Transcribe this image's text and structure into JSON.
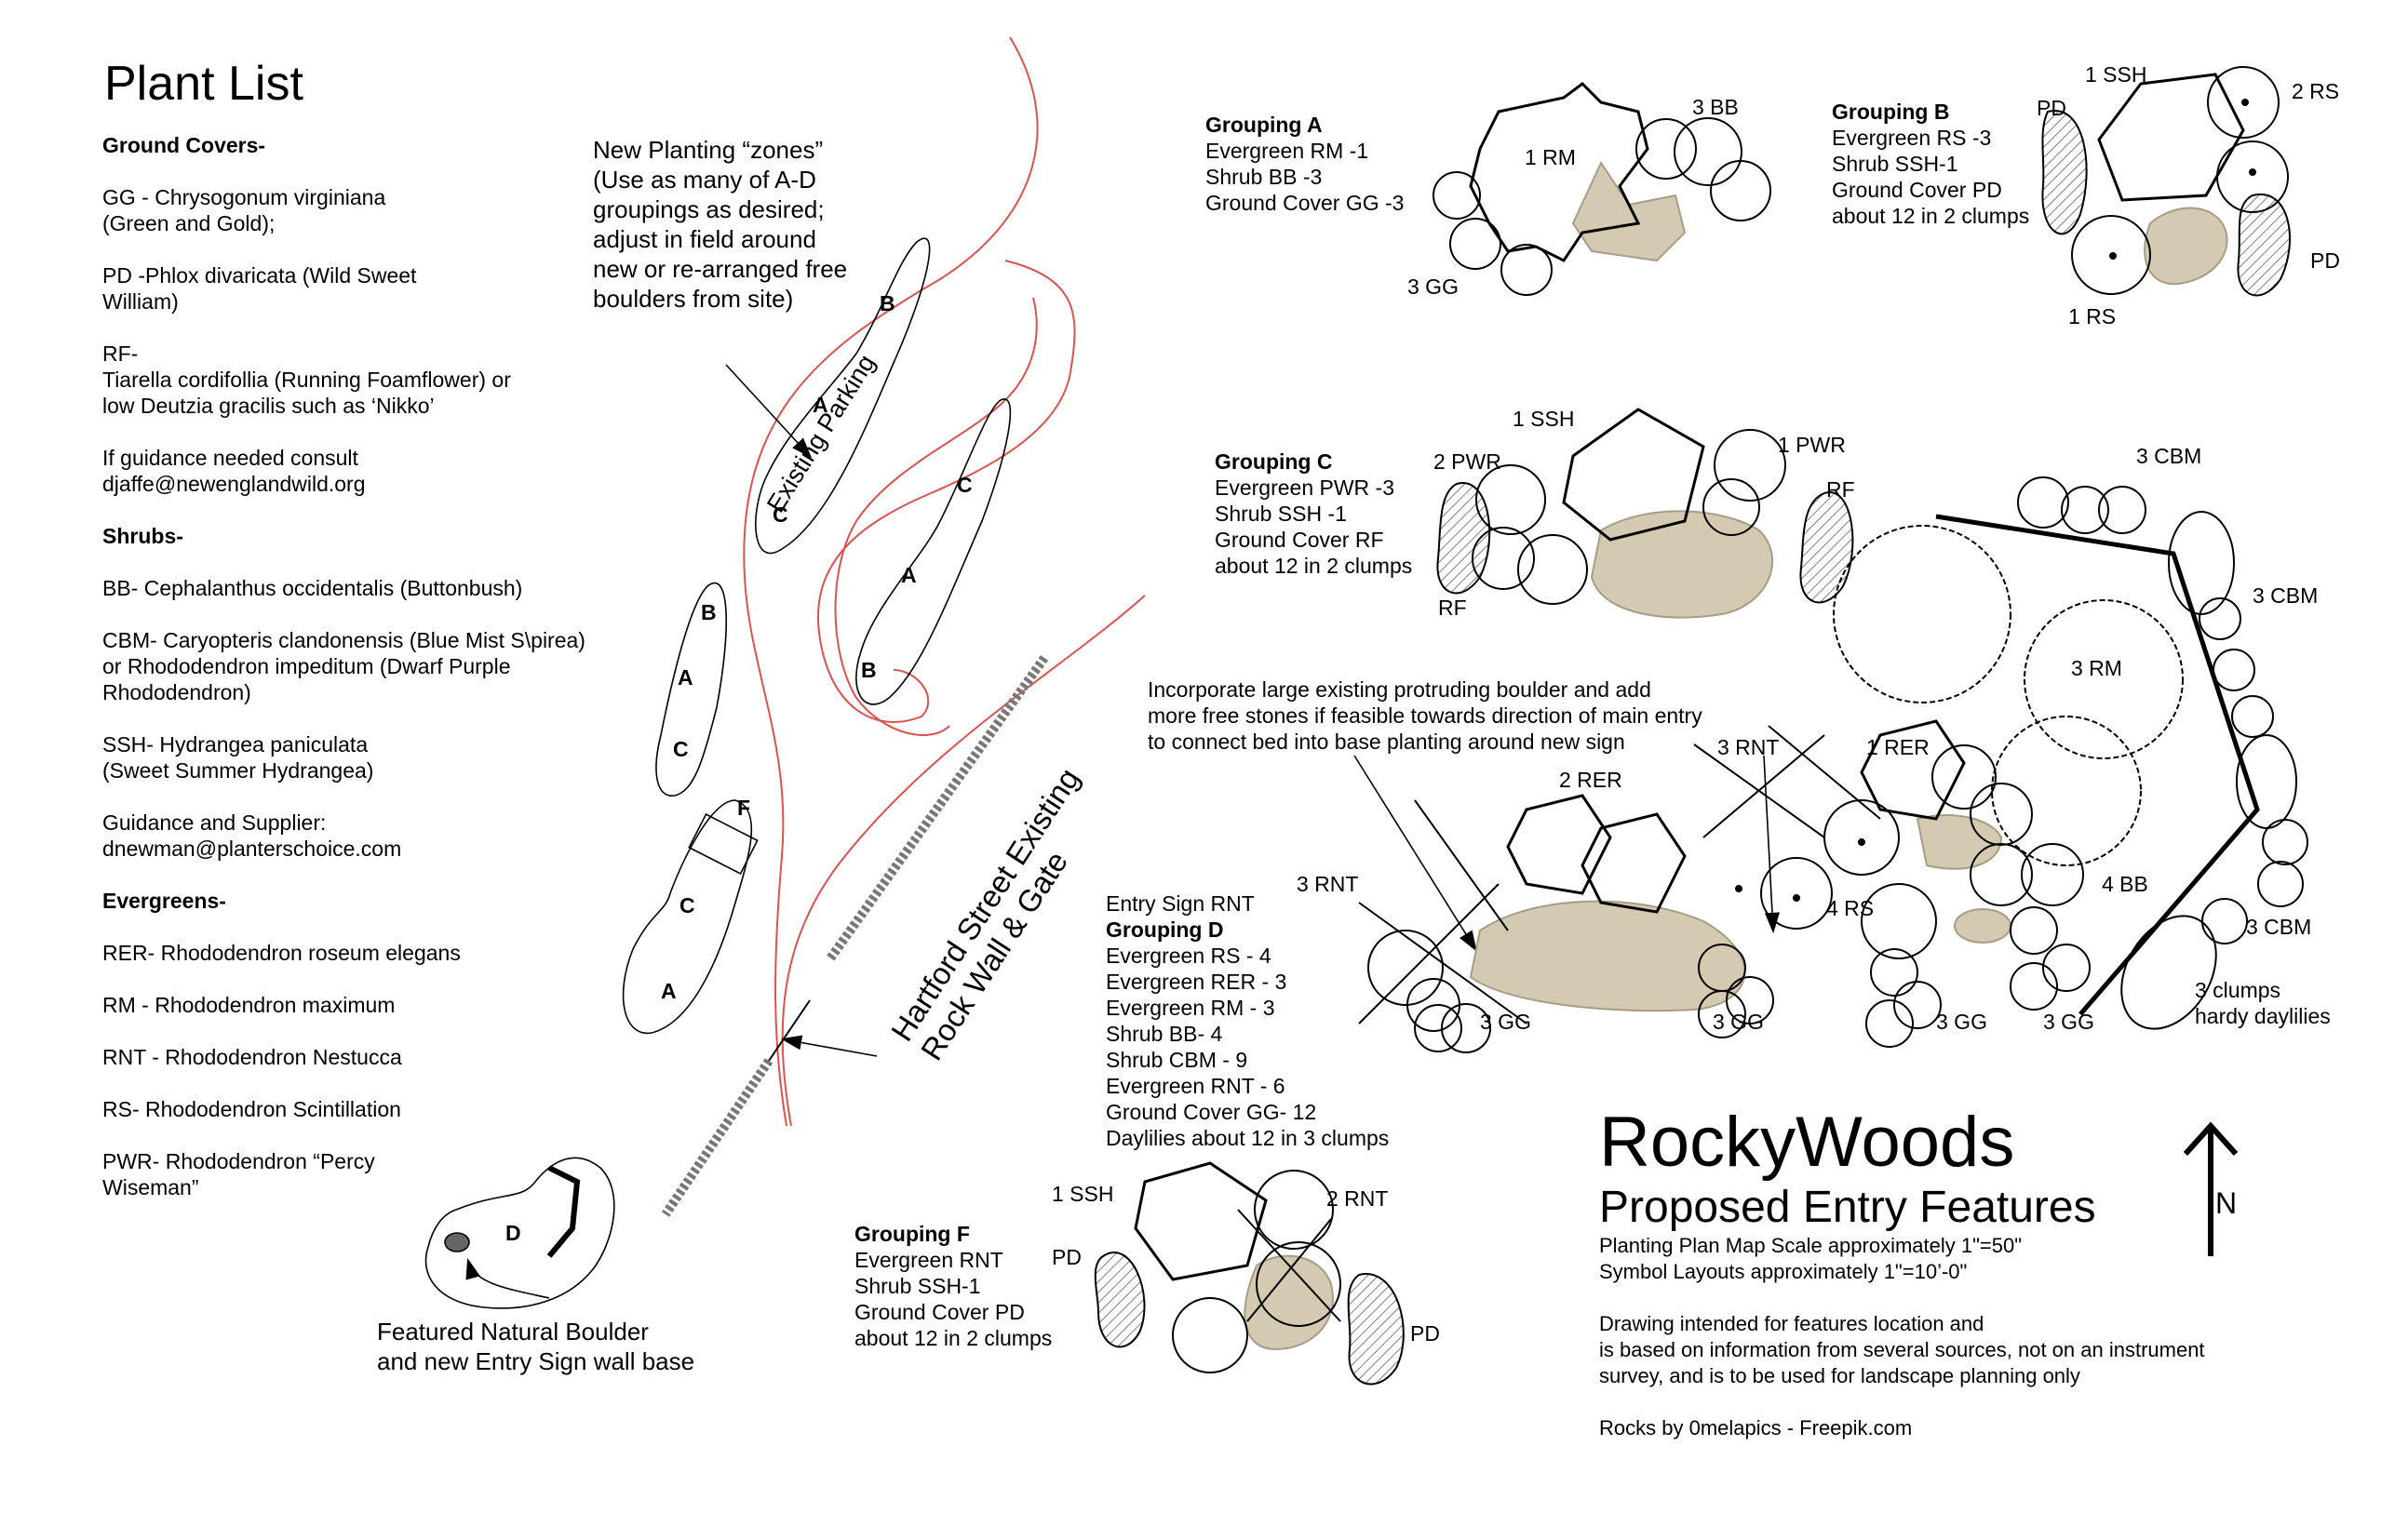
{
  "plant_list": {
    "title": "Plant List",
    "sections": [
      {
        "title": "Ground Covers-",
        "entries": [
          "GG - Chrysogonum virginiana\n(Green and Gold);",
          "PD -Phlox divaricata (Wild Sweet\nWilliam)",
          "RF-\nTiarella cordifollia (Running Foamflower) or\nlow Deutzia gracilis such as ‘Nikko’",
          "If guidance needed consult\ndjaffe@newenglandwild.org"
        ]
      },
      {
        "title": "Shrubs-",
        "entries": [
          "BB- Cephalanthus occidentalis (Buttonbush)",
          "CBM- Caryopteris clandonensis (Blue Mist S\\pirea)\nor Rhododendron impeditum (Dwarf Purple\nRhododendron)",
          "SSH- Hydrangea paniculata\n(Sweet Summer Hydrangea)",
          "Guidance and Supplier:\ndnewman@planterschoice.com"
        ]
      },
      {
        "title": "Evergreens-",
        "entries": [
          "RER- Rhododendron roseum elegans",
          "RM - Rhododendron maximum",
          "RNT - Rhododendron Nestucca",
          "RS- Rhododendron  Scintillation",
          "PWR- Rhododendron “Percy\nWiseman”"
        ]
      }
    ]
  },
  "site_map": {
    "zones_note": [
      "New Planting “zones”",
      "(Use as many of A-D",
      "groupings as desired;",
      "adjust in field around",
      "new or re-arranged free",
      "boulders from site)"
    ],
    "parking_label": "Existing Parking",
    "wall_label": [
      "Hartford Street Existing",
      "Rock Wall & Gate"
    ],
    "boulder_note": [
      "Featured Natural Boulder",
      "and new Entry Sign wall base"
    ],
    "bed_letters": {
      "a": "A",
      "b": "B",
      "c": "C",
      "d": "D",
      "f": "F"
    }
  },
  "groupings": {
    "a": {
      "title": "Grouping A",
      "lines": [
        "Evergreen RM -1",
        "Shrub BB -3",
        "Ground Cover GG -3"
      ]
    },
    "b": {
      "title": "Grouping B",
      "lines": [
        "Evergreen RS -3",
        "Shrub SSH-1",
        "Ground Cover PD",
        "about 12 in 2 clumps"
      ]
    },
    "c": {
      "title": "Grouping C",
      "lines": [
        "Evergreen PWR -3",
        "Shrub SSH -1",
        "Ground Cover RF",
        "about 12 in 2 clumps"
      ]
    },
    "d": {
      "pre": "Entry Sign RNT",
      "title": "Grouping D",
      "lines": [
        "Evergreen RS - 4",
        "Evergreen RER - 3",
        "Evergreen RM - 3",
        "Shrub BB- 4",
        "Shrub CBM - 9",
        "Evergreen RNT - 6",
        "Ground Cover GG- 12",
        "Daylilies about 12 in 3 clumps"
      ]
    },
    "f": {
      "title": "Grouping F",
      "lines": [
        "Evergreen RNT",
        "Shrub SSH-1",
        "Ground Cover PD",
        "about 12 in 2 clumps"
      ]
    }
  },
  "symbol_labels": {
    "a_rm": "1 RM",
    "a_bb": "3 BB",
    "a_gg": "3 GG",
    "b_ssh": "1 SSH",
    "b_pd1": "PD",
    "b_rs2": "2 RS",
    "b_pd2": "PD",
    "b_rs1": "1 RS",
    "c_ssh": "1 SSH",
    "c_pwr2": "2 PWR",
    "c_pwr1": "1 PWR",
    "c_rf1": "RF",
    "c_rf2": "RF",
    "d_cbm1": "3 CBM",
    "d_cbm2": "3 CBM",
    "d_cbm3": "3 CBM",
    "d_rm": "3 RM",
    "d_rer1": "1  RER",
    "d_rnt3": "3 RNT",
    "d_rer2": "2  RER",
    "d_rnt3b": "3 RNT",
    "d_rs": "4 RS",
    "d_bb": "4 BB",
    "d_gg1": "3 GG",
    "d_gg2": "3 GG",
    "d_gg3": "3 GG",
    "d_gg4": "3 GG",
    "d_dl": [
      "3 clumps",
      "hardy daylilies"
    ],
    "f_ssh": "1 SSH",
    "f_rnt": "2 RNT",
    "f_pd1": "PD",
    "f_pd2": "PD"
  },
  "boulder_note_d": [
    "Incorporate large existing protruding boulder and add",
    "more free stones if feasible towards direction of main entry",
    "to connect bed into base planting around new sign"
  ],
  "title_block": {
    "name": "RockyWoods",
    "subtitle": "Proposed Entry Features",
    "scale": [
      "Planting Plan Map Scale approximately 1\"=50\"",
      "Symbol Layouts approximately 1\"=10’-0\""
    ],
    "disclaimer": [
      "Drawing intended for features location and",
      "is based on information from several sources, not on an instrument",
      "survey, and is to be used for landscape planning only"
    ],
    "credit": "Rocks by 0melapics - Freepik.com"
  },
  "north": "N",
  "colors": {
    "road": "#d9534f",
    "rock": "#d4cab2",
    "rock_dark": "#a89c84",
    "ink": "#000000"
  }
}
